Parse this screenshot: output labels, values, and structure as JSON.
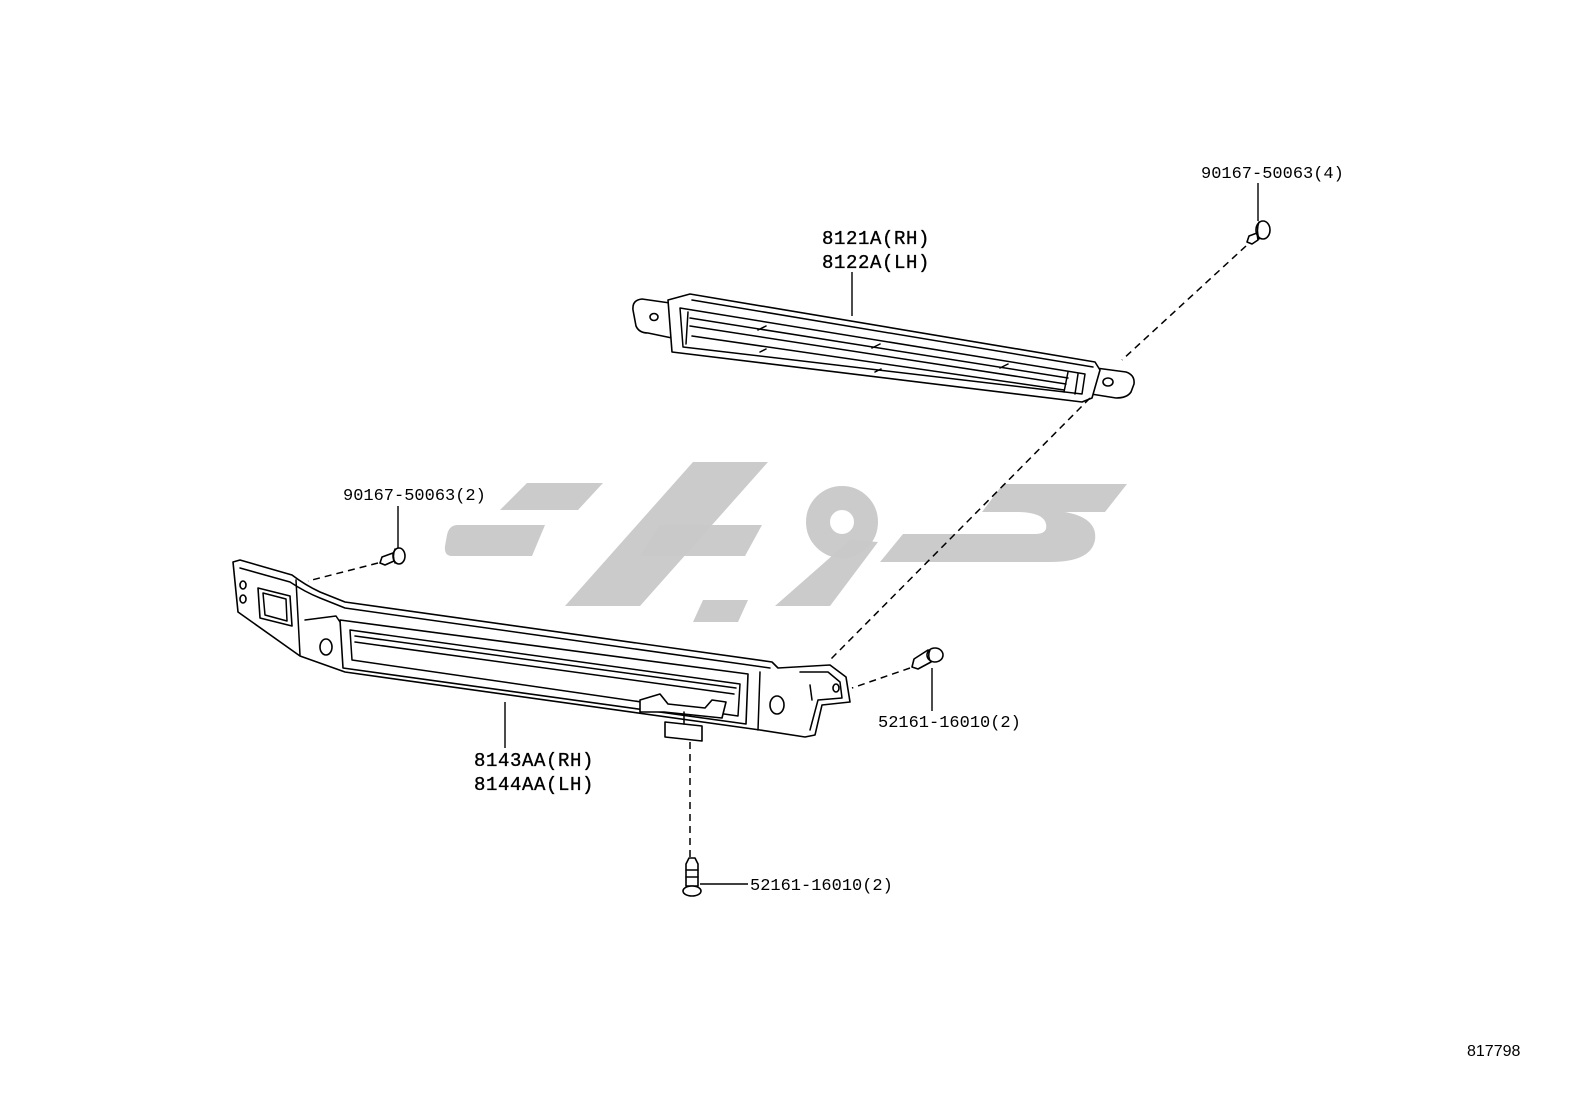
{
  "diagram": {
    "number": "817798",
    "callouts": {
      "upper_screw": "90167-50063(4)",
      "upper_lamp": [
        "8121A(RH)",
        "8122A(LH)"
      ],
      "lower_screw": "90167-50063(2)",
      "side_clip": "52161-16010(2)",
      "lower_lamp": [
        "8143AA(RH)",
        "8144AA(LH)"
      ],
      "bottom_clip": "52161-16010(2)"
    }
  },
  "colors": {
    "background": "#ffffff",
    "line": "#000000",
    "watermark": "#c8c8c8"
  }
}
